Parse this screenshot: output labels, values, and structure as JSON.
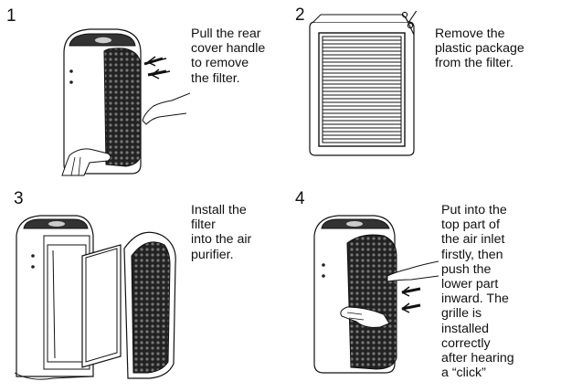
{
  "steps": [
    {
      "number": "1",
      "text": "Pull the rear\ncover handle\nto remove\nthe filter."
    },
    {
      "number": "2",
      "text": "Remove the\nplastic package\nfrom the filter."
    },
    {
      "number": "3",
      "text": "Install the\nfilter\ninto the air\npurifier."
    },
    {
      "number": "4",
      "text": "Put into the\ntop part of\nthe air inlet\nfirstly, then\npush the\nlower part\ninward. The\ngrille is\ninstalled\ncorrectly\nafter hearing\na “click”"
    }
  ]
}
